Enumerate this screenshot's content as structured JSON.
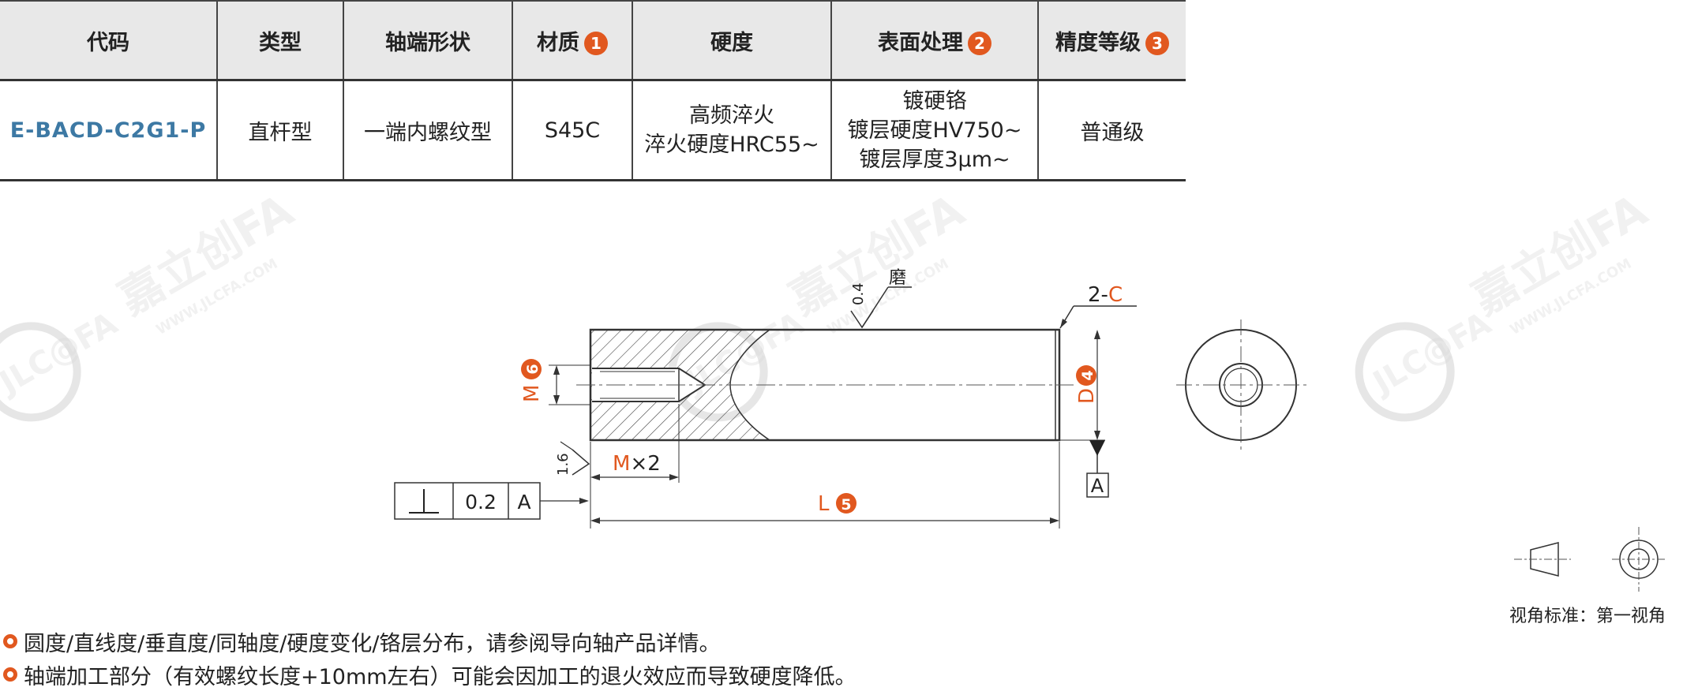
{
  "table": {
    "headers": [
      {
        "label": "代码"
      },
      {
        "label": "类型"
      },
      {
        "label": "轴端形状"
      },
      {
        "label": "材质",
        "badge": "1"
      },
      {
        "label": "硬度"
      },
      {
        "label": "表面处理",
        "badge": "2"
      },
      {
        "label": "精度等级",
        "badge": "3"
      }
    ],
    "row": {
      "code": "E-BACD-C2G1-P",
      "type": "直杆型",
      "end_shape": "一端内螺纹型",
      "material": "S45C",
      "hardness": "高频淬火\n淬火硬度HRC55~",
      "surface": "镀硬铬\n镀层硬度HV750~\n镀层厚度3μm~",
      "precision": "普通级"
    }
  },
  "drawing": {
    "grind_label": "磨",
    "roughness_top": "0.4",
    "roughness_side": "1.6",
    "chamfer_prefix": "2-",
    "chamfer_var": "C",
    "m_label": "M",
    "m_badge": "6",
    "d_label": "D",
    "d_badge": "4",
    "mx2_var": "M",
    "mx2_rest": "×2",
    "l_label": "L",
    "l_badge": "5",
    "datum": "A",
    "tolerance_value": "0.2",
    "tolerance_datum": "A",
    "watermark_text": "嘉立创FA",
    "watermark_url": "WWW.JLCFA.COM",
    "watermark_logo": "JLC@FA"
  },
  "view_label": "视角标准：第一视角",
  "notes": [
    "圆度/直线度/垂直度/同轴度/硬度变化/铬层分布，请参阅导向轴产品详情。",
    "轴端加工部分（有效螺纹长度+10mm左右）可能会因加工的退火效应而导致硬度降低。"
  ],
  "colors": {
    "accent": "#e1581f",
    "code": "#3d79a4",
    "header_bg": "#e8e8e8"
  }
}
